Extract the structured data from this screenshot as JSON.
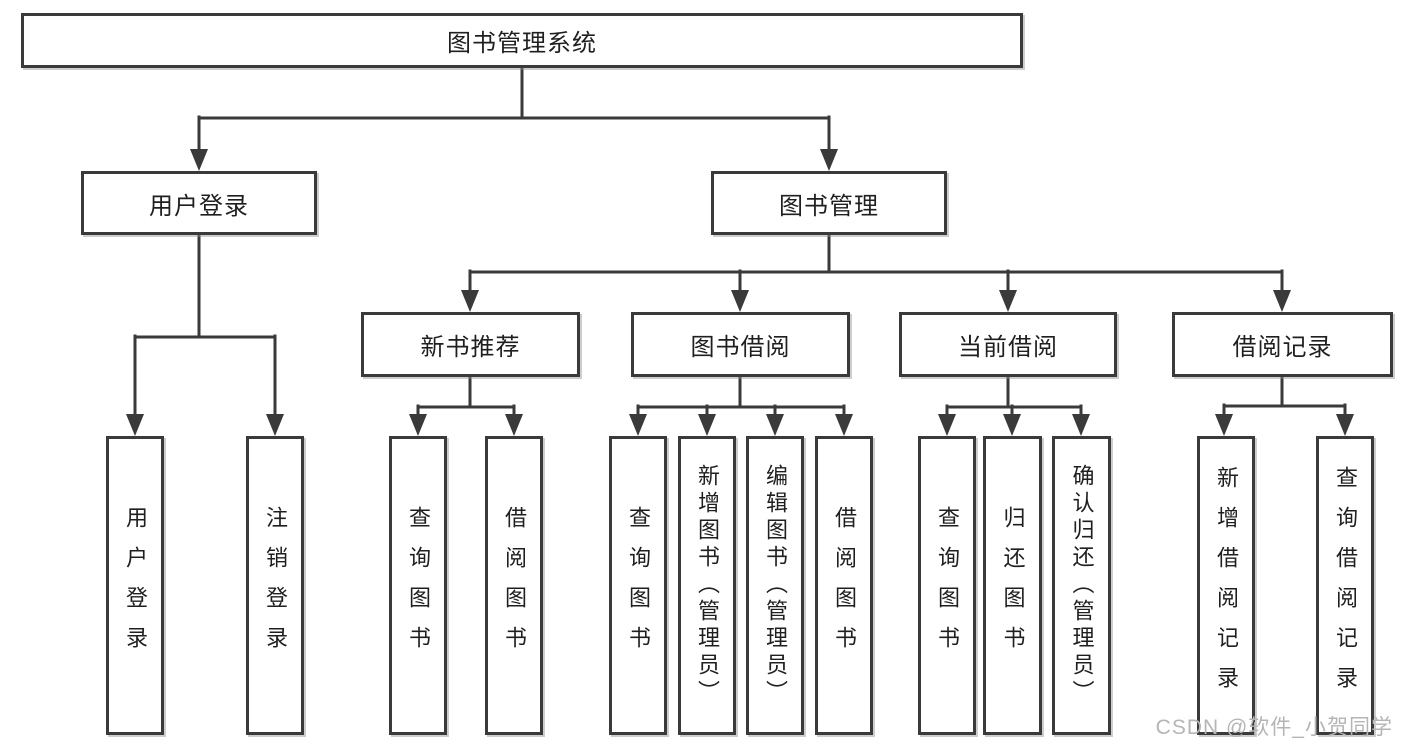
{
  "tree": {
    "label": "图书管理系统",
    "children": [
      {
        "label": "用户登录",
        "children": [
          {
            "label": "用户登录"
          },
          {
            "label": "注销登录"
          }
        ]
      },
      {
        "label": "图书管理",
        "children": [
          {
            "label": "新书推荐",
            "children": [
              {
                "label": "查询图书"
              },
              {
                "label": "借阅图书"
              }
            ]
          },
          {
            "label": "图书借阅",
            "children": [
              {
                "label": "查询图书"
              },
              {
                "label": "新增图书（管理员）"
              },
              {
                "label": "编辑图书（管理员）"
              },
              {
                "label": "借阅图书"
              }
            ]
          },
          {
            "label": "当前借阅",
            "children": [
              {
                "label": "查询图书"
              },
              {
                "label": "归还图书"
              },
              {
                "label": "确认归还（管理员）"
              }
            ]
          },
          {
            "label": "借阅记录",
            "children": [
              {
                "label": "新增借阅记录"
              },
              {
                "label": "查询借阅记录"
              }
            ]
          }
        ]
      }
    ]
  },
  "watermark": "CSDN @软件_小贺同学",
  "colors": {
    "line": "#3a3a3a",
    "text": "#1f1f1f",
    "background": "#ffffff",
    "watermark": "#b5b5b5"
  }
}
